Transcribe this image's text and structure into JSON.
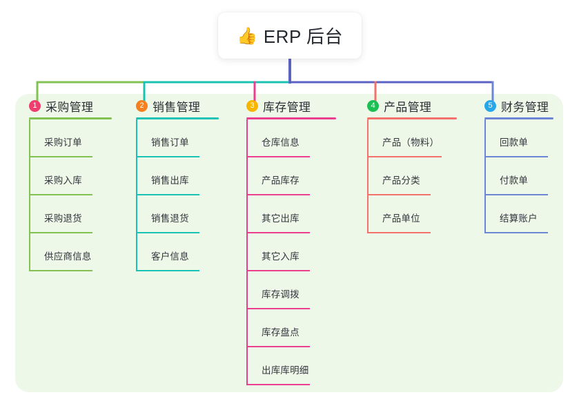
{
  "title_card": {
    "icon": "thumbs-up-icon",
    "icon_glyph": "👍",
    "text": "ERP 后台"
  },
  "panel": {
    "background": "#eef8e9"
  },
  "connector": {
    "trunk_color": "#5b62c4",
    "bar_segments": [
      {
        "color": "#82c250"
      },
      {
        "color": "#18c3b3"
      },
      {
        "color": "#5b62c4"
      }
    ]
  },
  "columns": [
    {
      "index": "1",
      "title": "采购管理",
      "badge_color": "#ef3e6d",
      "line_color": "#82c250",
      "items": [
        {
          "label": "采购订单"
        },
        {
          "label": "采购入库"
        },
        {
          "label": "采购退货"
        },
        {
          "label": "供应商信息"
        }
      ]
    },
    {
      "index": "2",
      "title": "销售管理",
      "badge_color": "#f5801f",
      "line_color": "#18c3b3",
      "items": [
        {
          "label": "销售订单"
        },
        {
          "label": "销售出库"
        },
        {
          "label": "销售退货"
        },
        {
          "label": "客户信息"
        }
      ]
    },
    {
      "index": "3",
      "title": "库存管理",
      "badge_color": "#f7b500",
      "line_color": "#ec3e8e",
      "items": [
        {
          "label": "仓库信息"
        },
        {
          "label": "产品库存"
        },
        {
          "label": "其它出库"
        },
        {
          "label": "其它入库"
        },
        {
          "label": "库存调拨"
        },
        {
          "label": "库存盘点"
        },
        {
          "label": "出库库明细"
        }
      ]
    },
    {
      "index": "4",
      "title": "产品管理",
      "badge_color": "#1bbf53",
      "line_color": "#f4706b",
      "items": [
        {
          "label": "产品（物料）"
        },
        {
          "label": "产品分类"
        },
        {
          "label": "产品单位"
        }
      ]
    },
    {
      "index": "5",
      "title": "财务管理",
      "badge_color": "#26a7ea",
      "line_color": "#6c86d6",
      "items": [
        {
          "label": "回款单"
        },
        {
          "label": "付款单"
        },
        {
          "label": "结算账户"
        }
      ]
    }
  ]
}
